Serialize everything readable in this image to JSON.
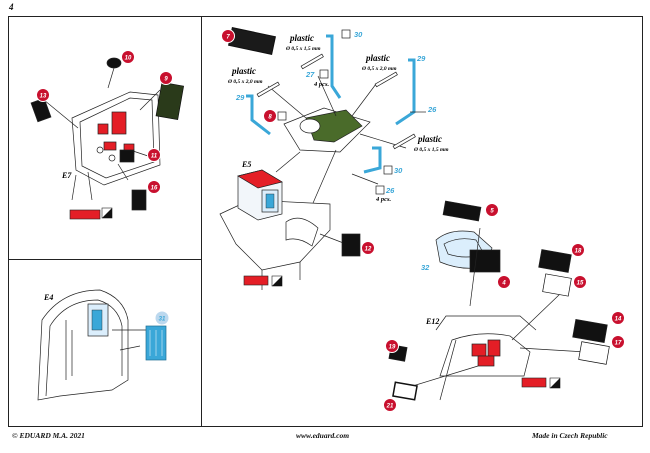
{
  "page_number": "4",
  "footer": {
    "copyright": "© EDUARD  M.A. 2021",
    "website": "www.eduard.com",
    "origin": "Made in Czech Republic"
  },
  "colors": {
    "red": "#e41e26",
    "blue": "#3aa7d8",
    "frame": "#222222"
  },
  "labels": {
    "e7": "E7",
    "e4": "E4",
    "e5": "E5",
    "e12": "E12",
    "plastic": "plastic",
    "dia_15": "Ø 0,5 x 1,5 mm",
    "dia_20": "Ø 0,5 x 2,0 mm",
    "pcs4": "4 pcs."
  },
  "callouts_red": [
    "10",
    "9",
    "13",
    "11",
    "16",
    "7",
    "8",
    "12",
    "5",
    "4",
    "18",
    "15",
    "14",
    "17",
    "19",
    "21"
  ],
  "callouts_blue": [
    "30",
    "29",
    "27",
    "26",
    "32",
    "31"
  ]
}
